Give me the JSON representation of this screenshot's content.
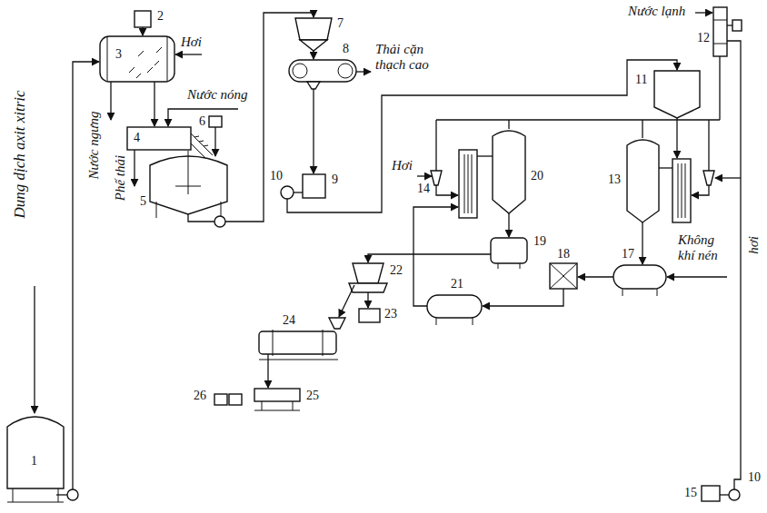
{
  "diagram": {
    "labels": [
      "Dung dịch axit xitric",
      "1",
      "2",
      "3",
      "Hơi",
      "Nước ngưng",
      "Nước nóng",
      "6",
      "4",
      "Phế thải",
      "5",
      "7",
      "8",
      "Thải cặn thạch cao",
      "10",
      "9",
      "Nước lạnh",
      "12",
      "11",
      "Hơi",
      "14",
      "20",
      "13",
      "19",
      "22",
      "23",
      "24",
      "25",
      "26",
      "21",
      "18",
      "17",
      "Không khí nén",
      "hơi",
      "15",
      "10"
    ]
  }
}
